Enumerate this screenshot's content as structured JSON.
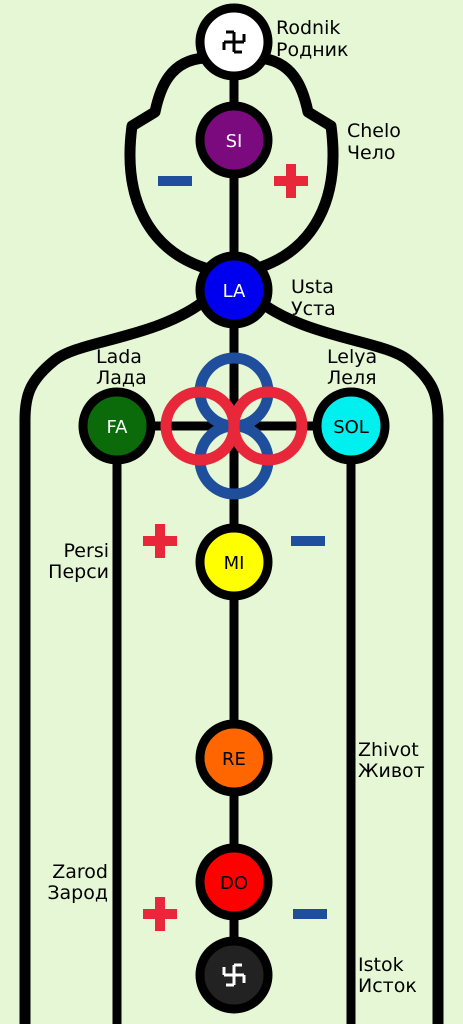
{
  "colors": {
    "background": "#e6f7d5",
    "line": "#000000",
    "plus": "#e8283a",
    "minus": "#1f4e9c",
    "knot_red": "#e8283a",
    "knot_blue": "#1f4e9c"
  },
  "nodes": {
    "rodnik": {
      "fill": "#ffffff",
      "text_color": "#000000",
      "symbol": "swastika-icon"
    },
    "si": {
      "label": "SI",
      "fill": "#7b0a7f",
      "text_color": "#ffffff"
    },
    "la": {
      "label": "LA",
      "fill": "#0000ee",
      "text_color": "#ffffff"
    },
    "fa": {
      "label": "FA",
      "fill": "#0b6b0b",
      "text_color": "#ffffff"
    },
    "sol": {
      "label": "SOL",
      "fill": "#00f0f0",
      "text_color": "#000000"
    },
    "mi": {
      "label": "MI",
      "fill": "#ffff00",
      "text_color": "#000000"
    },
    "re": {
      "label": "RE",
      "fill": "#ff6600",
      "text_color": "#000000"
    },
    "do": {
      "label": "DO",
      "fill": "#ff0000",
      "text_color": "#000000"
    },
    "istok": {
      "fill": "#222222",
      "text_color": "#ffffff",
      "symbol": "swastika-icon"
    }
  },
  "labels": {
    "rodnik": {
      "latin": "Rodnik",
      "cyrillic": "Родник"
    },
    "chelo": {
      "latin": "Chelo",
      "cyrillic": "Чело"
    },
    "usta": {
      "latin": "Usta",
      "cyrillic": "Уста"
    },
    "lada": {
      "latin": "Lada",
      "cyrillic": "Лада"
    },
    "lelya": {
      "latin": "Lelya",
      "cyrillic": "Леля"
    },
    "persi": {
      "latin": "Persi",
      "cyrillic": "Перси"
    },
    "zhivot": {
      "latin": "Zhivot",
      "cyrillic": "Живот"
    },
    "zarod": {
      "latin": "Zarod",
      "cyrillic": "Зарод"
    },
    "istok": {
      "latin": "Istok",
      "cyrillic": "Исток"
    }
  }
}
